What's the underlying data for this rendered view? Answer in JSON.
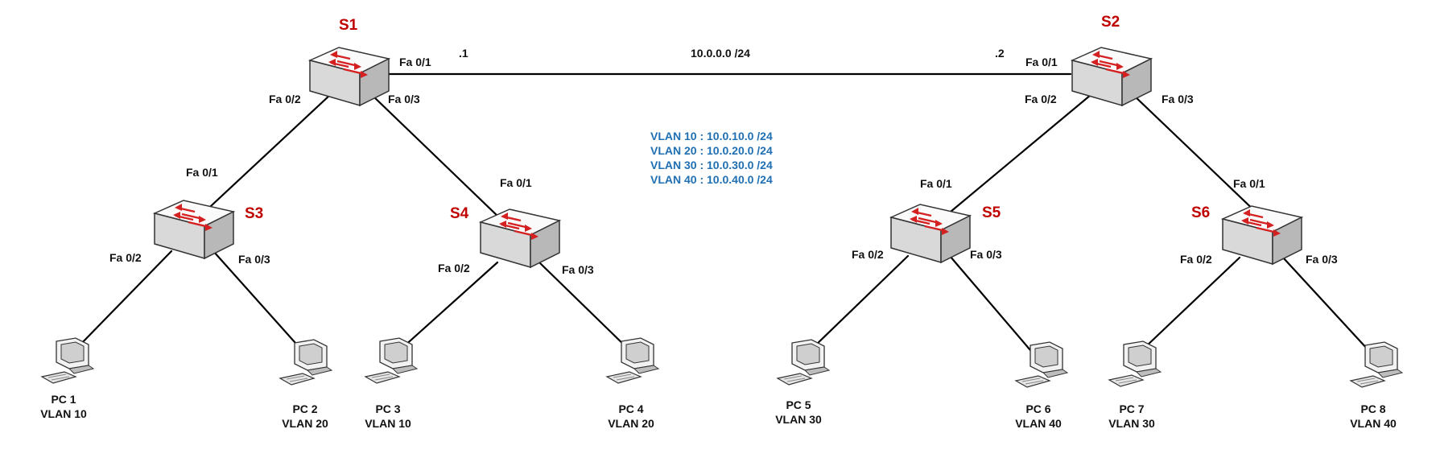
{
  "network": {
    "link_subnet": "10.0.0.0 /24",
    "s1_addr": ".1",
    "s2_addr": ".2"
  },
  "switches": {
    "s1": "S1",
    "s2": "S2",
    "s3": "S3",
    "s4": "S4",
    "s5": "S5",
    "s6": "S6"
  },
  "ports": {
    "fa01": "Fa 0/1",
    "fa02": "Fa 0/2",
    "fa03": "Fa 0/3"
  },
  "vlans": [
    "VLAN 10 : 10.0.10.0 /24",
    "VLAN 20 : 10.0.20.0 /24",
    "VLAN 30 : 10.0.30.0 /24",
    "VLAN 40 : 10.0.40.0 /24"
  ],
  "pcs": [
    {
      "name": "PC 1",
      "vlan": "VLAN 10"
    },
    {
      "name": "PC 2",
      "vlan": "VLAN 20"
    },
    {
      "name": "PC 3",
      "vlan": "VLAN 10"
    },
    {
      "name": "PC 4",
      "vlan": "VLAN 20"
    },
    {
      "name": "PC 5",
      "vlan": "VLAN 30"
    },
    {
      "name": "PC 6",
      "vlan": "VLAN 40"
    },
    {
      "name": "PC 7",
      "vlan": "VLAN 30"
    },
    {
      "name": "PC 8",
      "vlan": "VLAN 40"
    }
  ],
  "colors": {
    "switch_label": "#c00000",
    "vlan_text": "#1f6fb2",
    "arrow": "#d42020",
    "link": "#000000"
  },
  "icons": {
    "switch": "switch-icon",
    "pc": "pc-icon"
  }
}
